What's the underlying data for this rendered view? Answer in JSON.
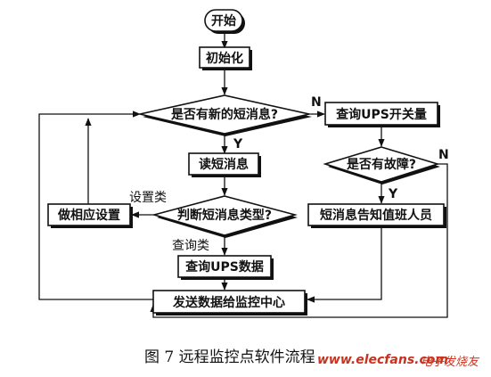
{
  "nodes": {
    "start": "开始",
    "init": "初始化",
    "new_sms": "是否有新的短消息?",
    "query_ups_switch": "查询UPS开关量",
    "read_sms": "读短消息",
    "fault": "是否有故障?",
    "judge_type": "判断短消息类型?",
    "do_setting": "做相应设置",
    "notify_staff": "短消息告知值班人员",
    "query_ups_data": "查询UPS数据",
    "send_data": "发送数据给监控中心"
  },
  "labels": {
    "no_new_sms": "N",
    "yes_new_sms": "Y",
    "no_fault": "N",
    "yes_fault": "Y",
    "setting_type": "设置类",
    "query_type": "查询类"
  },
  "caption": "图 7  远程监控点软件流程",
  "watermark": {
    "site": "www.elecfans.com",
    "brand": "电子发烧友"
  }
}
